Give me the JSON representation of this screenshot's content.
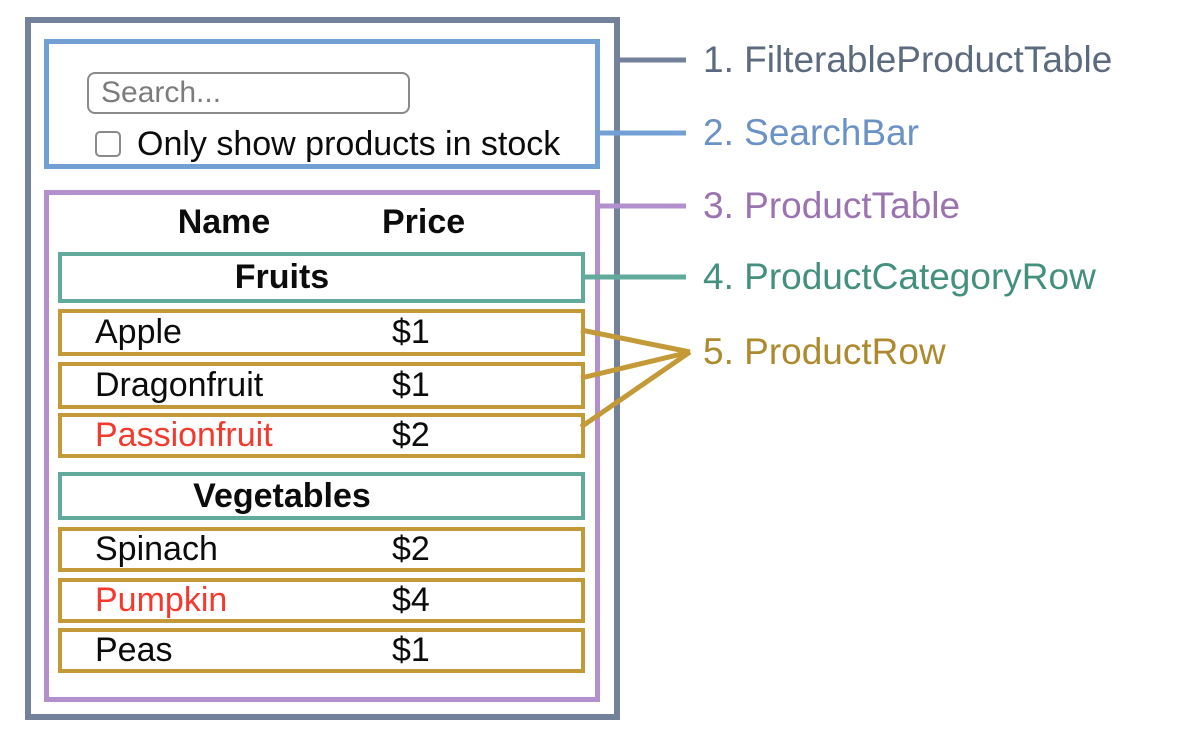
{
  "colors": {
    "filterable_product_table": "#73819A",
    "search_bar": "#73A0D4",
    "product_table": "#B290CD",
    "product_category_row": "#62AA9C",
    "product_row": "#C49A39",
    "out_of_stock_text": "#F4392D",
    "legend_text_1": "#5C6A7F",
    "legend_text_2": "#6B92C4",
    "legend_text_3": "#9B73B1",
    "legend_text_4": "#43907E",
    "legend_text_5": "#AC8A2D"
  },
  "search_bar": {
    "input_placeholder": "Search...",
    "input_value": "",
    "checkbox_label": "Only show products in stock",
    "checkbox_checked": false
  },
  "product_table": {
    "header": {
      "name": "Name",
      "price": "Price"
    },
    "sections": [
      {
        "category": "Fruits",
        "rows": [
          {
            "name": "Apple",
            "price": "$1",
            "out_of_stock": false
          },
          {
            "name": "Dragonfruit",
            "price": "$1",
            "out_of_stock": false
          },
          {
            "name": "Passionfruit",
            "price": "$2",
            "out_of_stock": true
          }
        ]
      },
      {
        "category": "Vegetables",
        "rows": [
          {
            "name": "Spinach",
            "price": "$2",
            "out_of_stock": false
          },
          {
            "name": "Pumpkin",
            "price": "$4",
            "out_of_stock": true
          },
          {
            "name": "Peas",
            "price": "$1",
            "out_of_stock": false
          }
        ]
      }
    ]
  },
  "legend": {
    "items": [
      {
        "label": "1. FilterableProductTable",
        "color": "#5C6A7F"
      },
      {
        "label": "2. SearchBar",
        "color": "#6B92C4"
      },
      {
        "label": "3. ProductTable",
        "color": "#9B73B1"
      },
      {
        "label": "4. ProductCategoryRow",
        "color": "#43907E"
      },
      {
        "label": "5. ProductRow",
        "color": "#AC8A2D"
      }
    ]
  }
}
